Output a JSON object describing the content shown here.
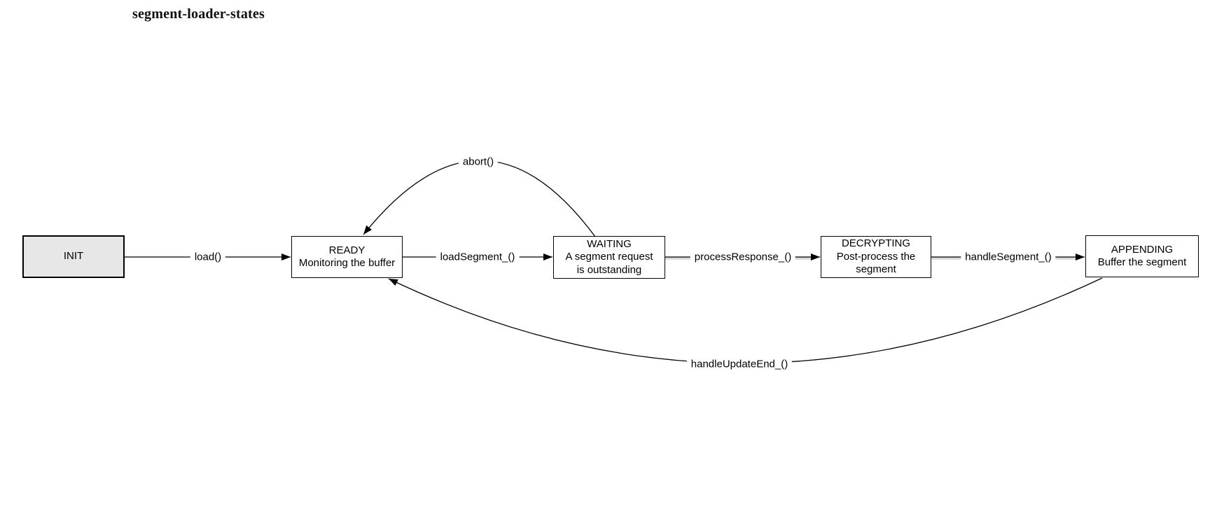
{
  "title": "segment-loader-states",
  "colors": {
    "background": "#ffffff",
    "box_border": "#000000",
    "init_fill": "#e7e7e7",
    "edge": "#000000",
    "edge_shadow": "#d9d9d9"
  },
  "states": [
    {
      "name": "INIT",
      "description": ""
    },
    {
      "name": "READY",
      "description": "Monitoring the buffer"
    },
    {
      "name": "WAITING",
      "description": "A segment request\nis outstanding"
    },
    {
      "name": "DECRYPTING",
      "description": "Post-process the\nsegment"
    },
    {
      "name": "APPENDING",
      "description": "Buffer the segment"
    }
  ],
  "transitions": [
    {
      "from": "INIT",
      "to": "READY",
      "label": "load()"
    },
    {
      "from": "READY",
      "to": "WAITING",
      "label": "loadSegment_()"
    },
    {
      "from": "WAITING",
      "to": "DECRYPTING",
      "label": "processResponse_()"
    },
    {
      "from": "DECRYPTING",
      "to": "APPENDING",
      "label": "handleSegment_()"
    },
    {
      "from": "WAITING",
      "to": "READY",
      "label": "abort()"
    },
    {
      "from": "APPENDING",
      "to": "READY",
      "label": "handleUpdateEnd_()"
    }
  ]
}
